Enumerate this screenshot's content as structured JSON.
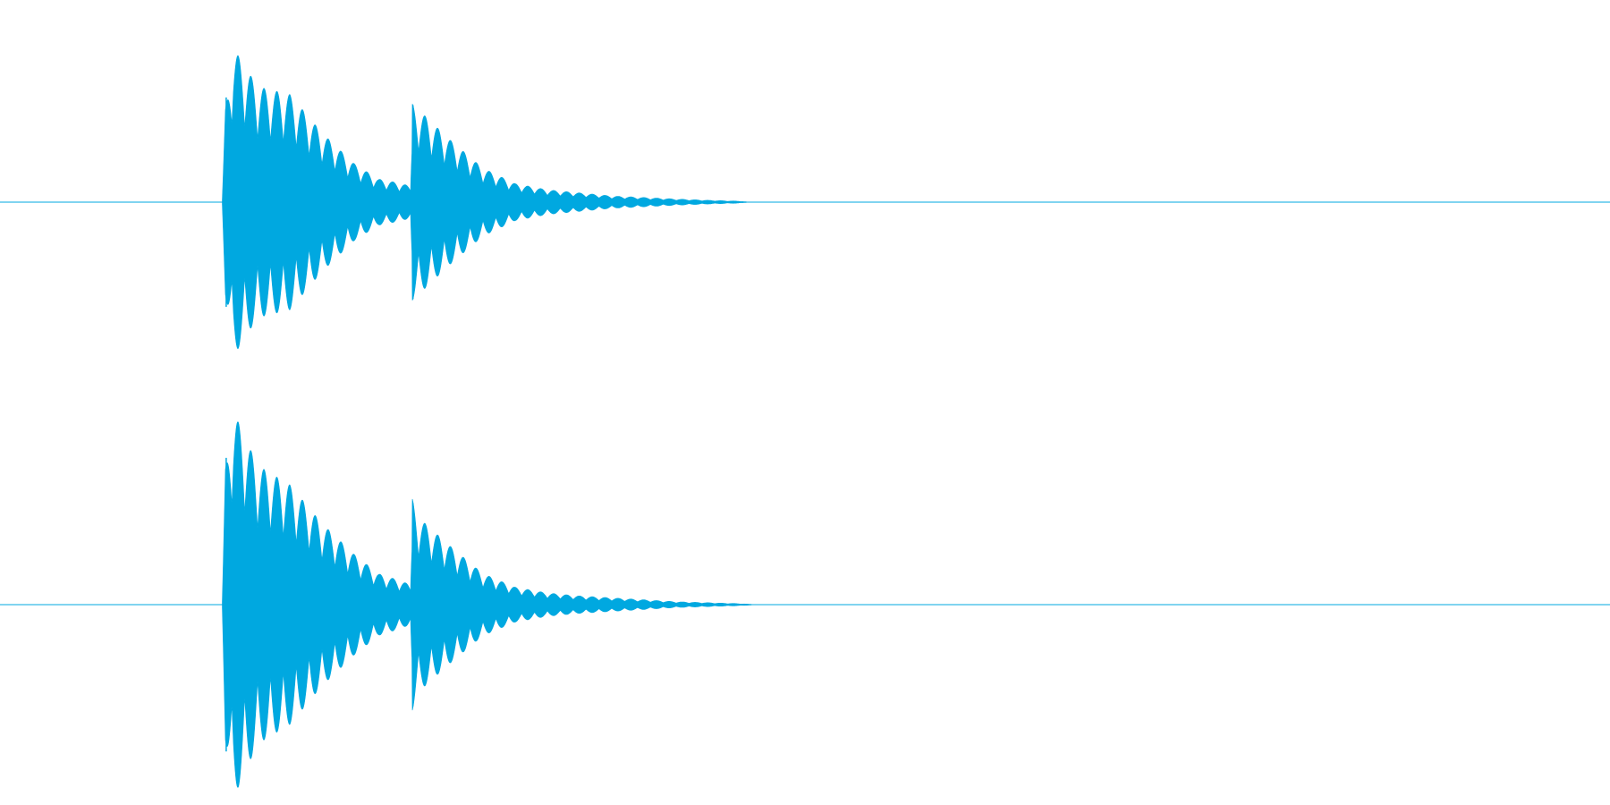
{
  "chart_data": {
    "type": "area",
    "title": "",
    "xlabel": "",
    "ylabel": "",
    "xlim": [
      0,
      1
    ],
    "ylim": [
      -1,
      1
    ],
    "grid": false,
    "color": "#00a8e0",
    "channels": [
      {
        "onset_times": [
          0.14,
          0.256
        ],
        "envelope": {
          "x": [
            0.138,
            0.14,
            0.145,
            0.16,
            0.18,
            0.2,
            0.22,
            0.235,
            0.25,
            0.255,
            0.256,
            0.26,
            0.28,
            0.3,
            0.32,
            0.34,
            0.36,
            0.38,
            0.4,
            0.42,
            0.44,
            0.46,
            0.465
          ],
          "y": [
            0.0,
            0.6,
            1.0,
            0.75,
            0.7,
            0.45,
            0.25,
            0.15,
            0.12,
            0.1,
            0.64,
            0.6,
            0.4,
            0.22,
            0.12,
            0.08,
            0.06,
            0.04,
            0.03,
            0.02,
            0.012,
            0.006,
            0.0
          ]
        }
      },
      {
        "onset_times": [
          0.14,
          0.256
        ],
        "envelope": {
          "x": [
            0.138,
            0.14,
            0.145,
            0.16,
            0.18,
            0.2,
            0.22,
            0.235,
            0.25,
            0.255,
            0.256,
            0.26,
            0.28,
            0.3,
            0.32,
            0.34,
            0.36,
            0.38,
            0.4,
            0.42,
            0.44,
            0.46,
            0.47
          ],
          "y": [
            0.0,
            0.7,
            1.0,
            0.72,
            0.62,
            0.42,
            0.26,
            0.16,
            0.12,
            0.1,
            0.55,
            0.45,
            0.3,
            0.16,
            0.09,
            0.06,
            0.045,
            0.035,
            0.025,
            0.015,
            0.01,
            0.005,
            0.0
          ]
        }
      }
    ]
  }
}
